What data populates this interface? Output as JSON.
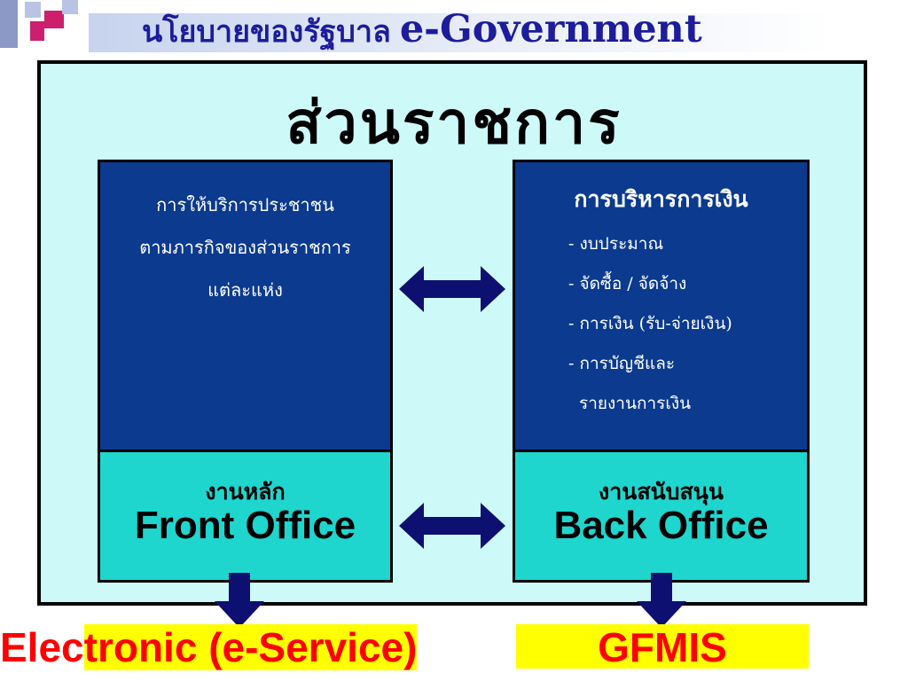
{
  "header": {
    "title_th": "นโยบายของรัฐบาล",
    "title_en": "e-Government"
  },
  "panel": {
    "title": "ส่วนราชการ"
  },
  "front": {
    "description_lines": [
      "การให้บริการประชาชน",
      "ตามภารกิจของส่วนราชการ",
      "แต่ละแห่ง"
    ],
    "label_th": "งานหลัก",
    "label_en": "Front Office"
  },
  "back": {
    "heading": "การบริหารการเงิน",
    "items": [
      "- งบประมาณ",
      "- จัดซื้อ / จัดจ้าง",
      "- การเงิน (รับ-จ่ายเงิน)",
      "- การบัญชีและ",
      "รายงานการเงิน"
    ],
    "label_th": "งานสนับสนุน",
    "label_en": "Back Office"
  },
  "outputs": {
    "left_part1": "Elec",
    "left_part2": "tronic (e-Service)",
    "right": "GFMIS"
  },
  "colors": {
    "title_text": "#1c1c9c",
    "panel_bg": "#cdf9f9",
    "box_dark": "#0b3a8f",
    "box_cyan": "#1ed6ce",
    "arrow": "#0d1070",
    "highlight": "#ffff00",
    "output_text": "#ff0000",
    "corner_magenta": "#cc1f6e"
  },
  "icons": [
    "double-arrow-icon",
    "down-arrow-icon",
    "corner-squares-icon"
  ]
}
